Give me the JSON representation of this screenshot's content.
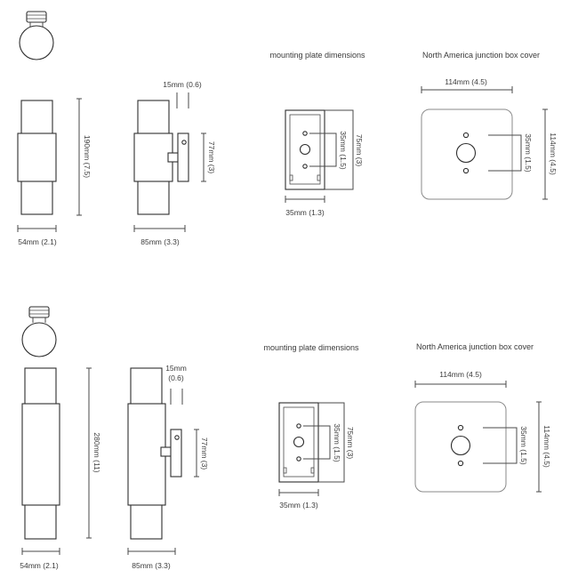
{
  "panels": [
    {
      "fixture_width": "54mm (2.1)",
      "fixture_height": "190mm (7.5)",
      "projection": "85mm (3.3)",
      "standoff": "15mm (0.6)",
      "backplate_height": "77mm (3)",
      "plate_title": "mounting plate dimensions",
      "plate_width": "35mm (1.3)",
      "plate_height": "75mm (3)",
      "plate_holes": "35mm (1.5)",
      "cover_title": "North America junction box cover",
      "cover_width": "114mm (4.5)",
      "cover_height": "114mm (4.5)",
      "cover_holes": "35mm (1.5)"
    },
    {
      "fixture_width": "54mm (2.1)",
      "fixture_height": "280mm (11)",
      "projection": "85mm (3.3)",
      "standoff_a": "15mm",
      "standoff_b": "(0.6)",
      "backplate_height": "77mm (3)",
      "plate_title": "mounting plate dimensions",
      "plate_width": "35mm (1.3)",
      "plate_height": "75mm (3)",
      "plate_holes": "35mm (1.5)",
      "cover_title": "North America junction box cover",
      "cover_width": "114mm (4.5)",
      "cover_height": "114mm (4.5)",
      "cover_holes": "35mm (1.5)"
    }
  ]
}
